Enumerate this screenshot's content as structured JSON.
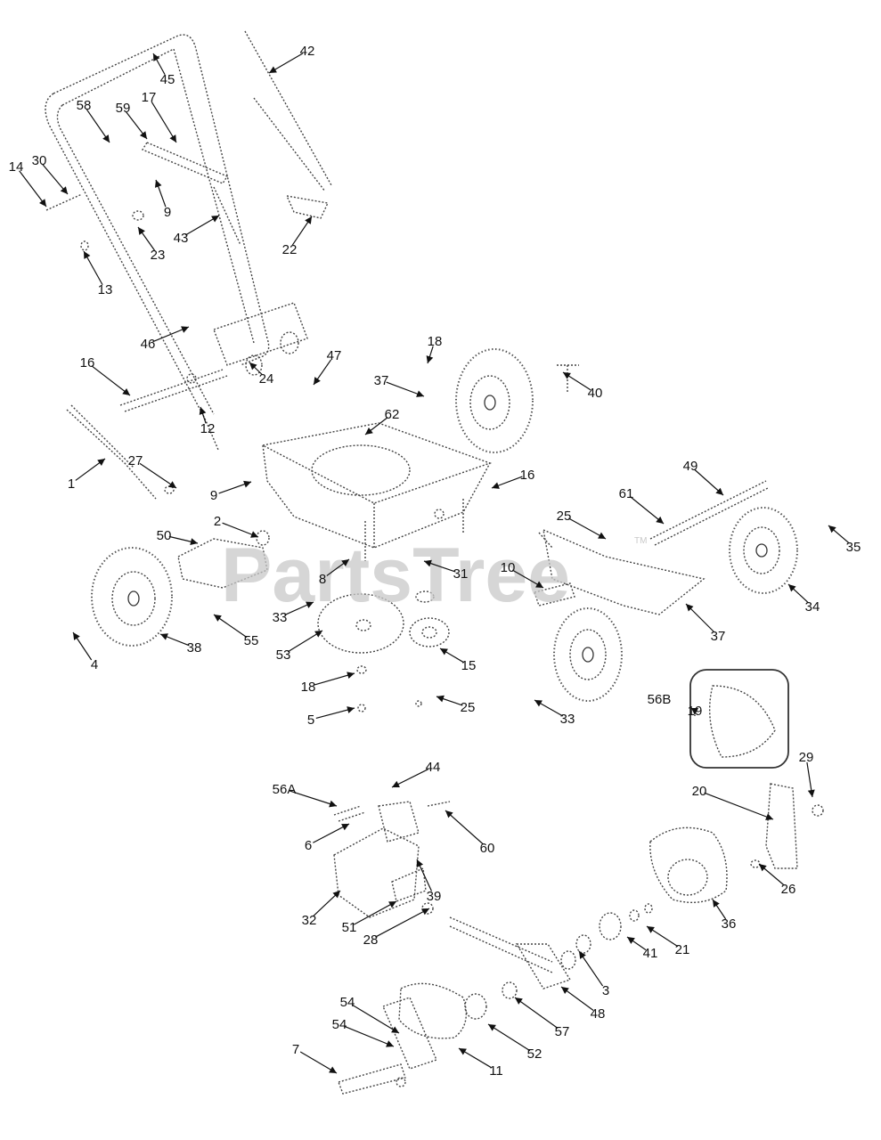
{
  "watermark": {
    "text": "PartsTree",
    "tm": "TM"
  },
  "callouts": [
    "42",
    "45",
    "17",
    "59",
    "58",
    "30",
    "14",
    "9",
    "43",
    "23",
    "22",
    "13",
    "46",
    "18",
    "16",
    "37",
    "40",
    "47",
    "24",
    "12",
    "62",
    "1",
    "27",
    "9",
    "16",
    "49",
    "61",
    "25",
    "35",
    "2",
    "50",
    "31",
    "10",
    "8",
    "33",
    "34",
    "38",
    "55",
    "53",
    "15",
    "37",
    "18",
    "4",
    "5",
    "25",
    "33",
    "56B",
    "19",
    "29",
    "44",
    "56A",
    "20",
    "6",
    "60",
    "39",
    "26",
    "32",
    "51",
    "28",
    "36",
    "21",
    "41",
    "3",
    "48",
    "57",
    "54",
    "54",
    "52",
    "11",
    "7"
  ],
  "colors": {
    "line": "#333333",
    "label": "#111111",
    "watermark": "#c9c9c9"
  }
}
